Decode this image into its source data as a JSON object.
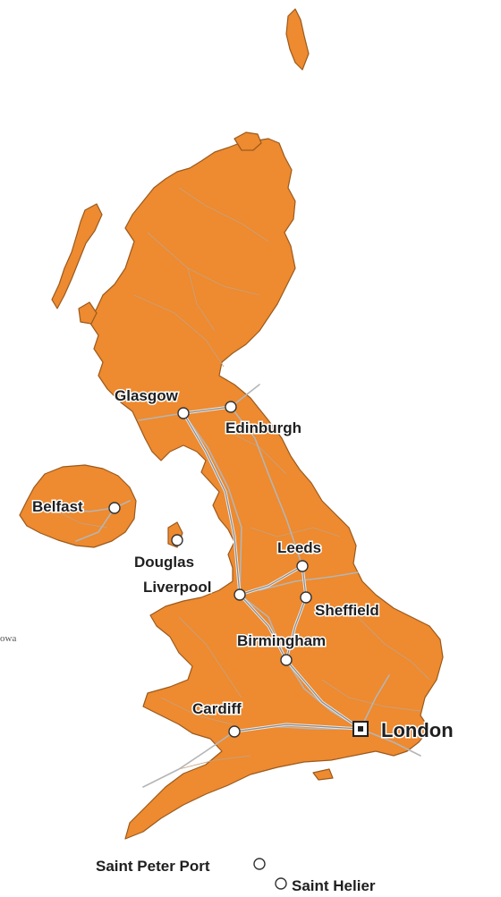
{
  "map": {
    "land_color": "#EE8A2F",
    "road_color": "#b5b5b5",
    "capital": {
      "name": "London"
    },
    "cities": [
      {
        "id": "glasgow",
        "name": "Glasgow"
      },
      {
        "id": "edinburgh",
        "name": "Edinburgh"
      },
      {
        "id": "belfast",
        "name": "Belfast"
      },
      {
        "id": "douglas",
        "name": "Douglas"
      },
      {
        "id": "leeds",
        "name": "Leeds"
      },
      {
        "id": "liverpool",
        "name": "Liverpool"
      },
      {
        "id": "sheffield",
        "name": "Sheffield"
      },
      {
        "id": "birmingham",
        "name": "Birmingham"
      },
      {
        "id": "cardiff",
        "name": "Cardiff"
      },
      {
        "id": "saint-peter-port",
        "name": "Saint Peter Port"
      },
      {
        "id": "saint-helier",
        "name": "Saint Helier"
      }
    ],
    "edge_fragment": "owa"
  }
}
